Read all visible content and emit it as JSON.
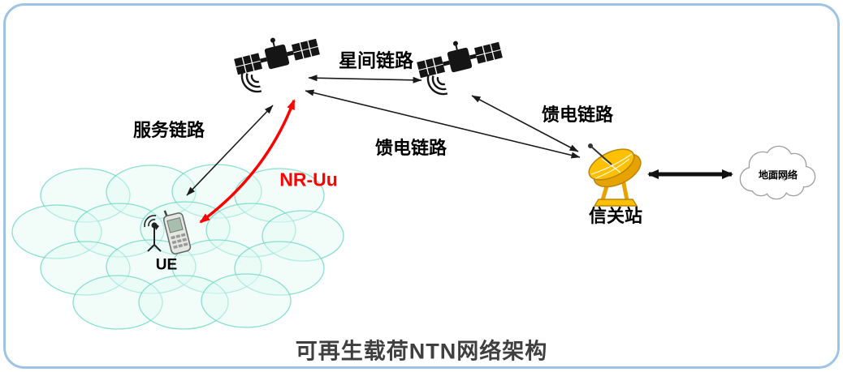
{
  "diagram": {
    "title": "可再生载荷NTN网络架构",
    "links": {
      "inter_satellite": "星间链路",
      "service": "服务链路",
      "feeder_mid": "馈电链路",
      "feeder_right": "馈电链路",
      "nr_uu": "NR-Uu"
    },
    "nodes": {
      "gateway": "信关站",
      "ground_network": "地面网络",
      "ue": "UE"
    },
    "colors": {
      "frame_border": "#9DC3E6",
      "nr_uu_arrow": "#FF0000",
      "beam_stroke": "#6ED7C3",
      "dish_fill": "#FFC000",
      "title_text": "#3F3F3F",
      "arrow_black": "#1A1A1A"
    }
  }
}
